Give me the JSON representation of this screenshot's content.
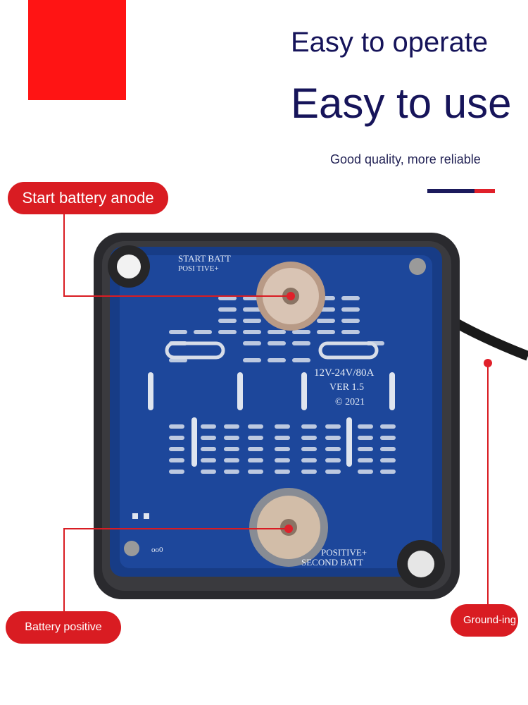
{
  "headline": {
    "line1": "Easy to operate",
    "line2": "Easy to use",
    "tagline": "Good quality, more reliable"
  },
  "accent_colors": {
    "navy": "#16145a",
    "red": "#d91c22"
  },
  "callouts": {
    "start_battery": "Start battery anode",
    "battery_positive": "Battery positive",
    "grounding": "Ground-ing"
  },
  "board_silkscreen": {
    "top_label_1": "START BATT",
    "top_label_2": "POSI TIVE+",
    "rating": "12V-24V/80A",
    "version": "VER 1.5",
    "copyright": "© 2021",
    "bottom_label_1": "POSITIVE+",
    "bottom_label_2": "SECOND BATT",
    "small_mark": "oo0"
  }
}
